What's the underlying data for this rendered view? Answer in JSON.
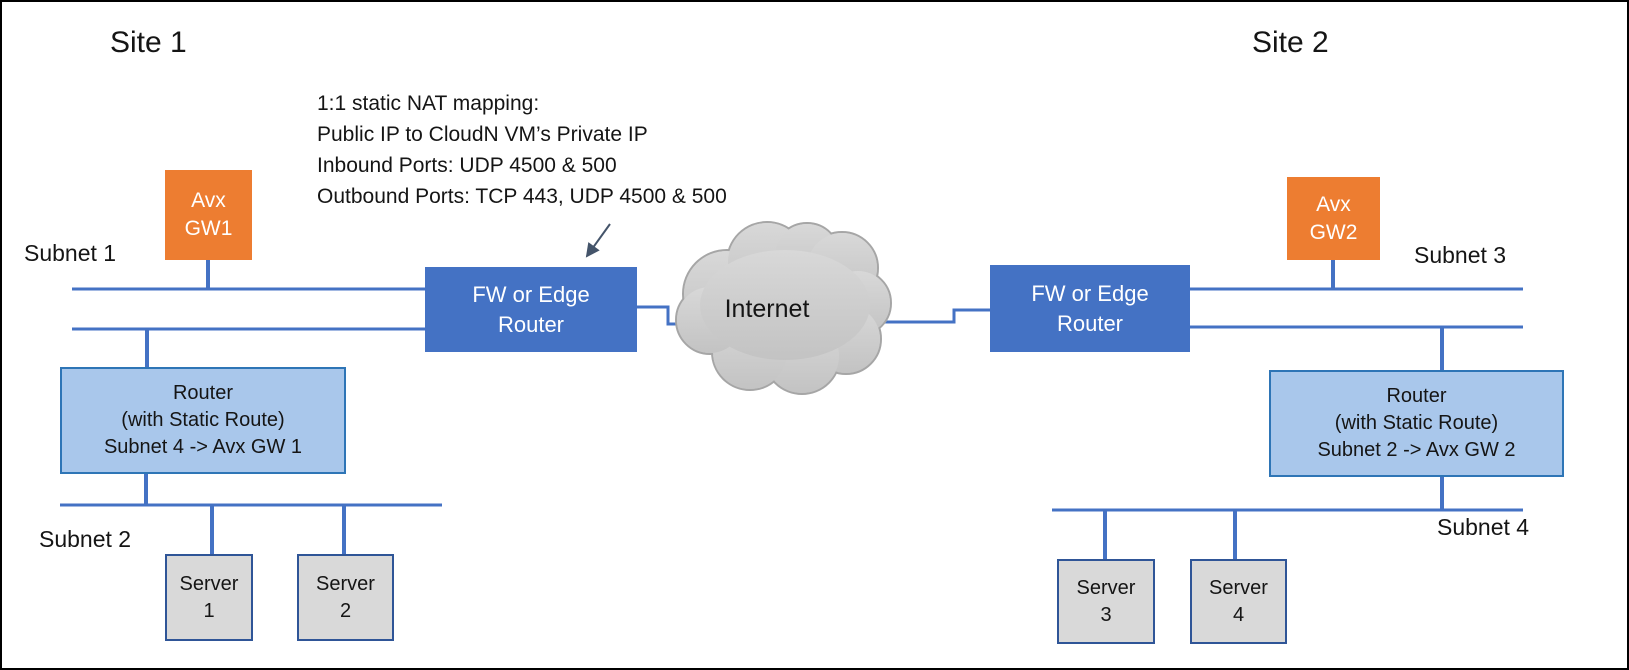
{
  "site1": {
    "title": "Site 1",
    "subnet1_label": "Subnet 1",
    "subnet2_label": "Subnet 2",
    "gateway": {
      "line1": "Avx",
      "line2": "GW1"
    },
    "firewall": {
      "line1": "FW or Edge",
      "line2": "Router"
    },
    "router": {
      "line1": "Router",
      "line2": "(with Static Route)",
      "line3": "Subnet 4 -> Avx GW 1"
    },
    "servers": [
      {
        "name": "Server",
        "number": "1"
      },
      {
        "name": "Server",
        "number": "2"
      }
    ]
  },
  "site2": {
    "title": "Site 2",
    "subnet3_label": "Subnet 3",
    "subnet4_label": "Subnet 4",
    "gateway": {
      "line1": "Avx",
      "line2": "GW2"
    },
    "firewall": {
      "line1": "FW or Edge",
      "line2": "Router"
    },
    "router": {
      "line1": "Router",
      "line2": "(with Static Route)",
      "line3": "Subnet 2 -> Avx GW 2"
    },
    "servers": [
      {
        "name": "Server",
        "number": "3"
      },
      {
        "name": "Server",
        "number": "4"
      }
    ]
  },
  "internet": {
    "label": "Internet"
  },
  "nat_note": {
    "line1": "1:1 static NAT mapping:",
    "line2": "Public IP to CloudN VM’s Private IP",
    "line3": "Inbound Ports: UDP 4500 & 500",
    "line4": "Outbound Ports: TCP 443, UDP 4500 & 500"
  },
  "colors": {
    "gateway_orange": "#ED7D31",
    "firewall_blue": "#4472C4",
    "router_fill": "#A9C7EB",
    "router_border": "#2E75B6",
    "server_fill": "#D9D9D9",
    "server_border": "#2F5597",
    "line_blue": "#4472C4",
    "cloud_fill": "#CDCDCD",
    "cloud_border": "#A6A6A6",
    "arrow_dark": "#44546A"
  }
}
